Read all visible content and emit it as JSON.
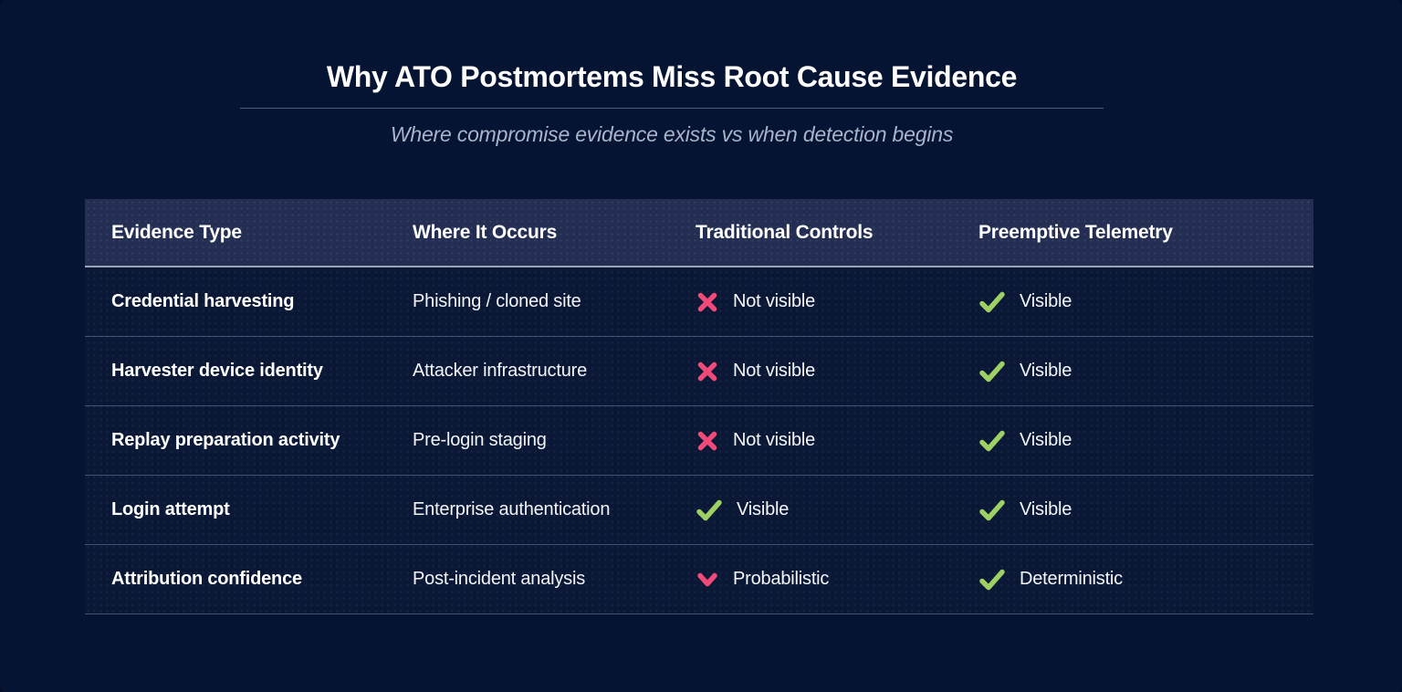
{
  "page": {
    "title": "Why ATO Postmortems Miss Root Cause Evidence",
    "subtitle": "Where compromise evidence exists vs when detection begins"
  },
  "colors": {
    "background": "#061434",
    "table_background": "#0a1836",
    "header_background": "#232e52",
    "header_divider": "#9aa3b8",
    "row_divider": "#7082a8",
    "negative_pink": "#f04b78",
    "positive_green": "#9ed164",
    "title_text": "#ffffff",
    "subtitle_text": "#a9b3c9"
  },
  "table": {
    "columns": [
      "Evidence Type",
      "Where It Occurs",
      "Traditional Controls",
      "Preemptive Telemetry"
    ],
    "rows": [
      {
        "evidence_type": "Credential harvesting",
        "where_it_occurs": "Phishing / cloned site",
        "traditional_controls": {
          "icon": "x-icon",
          "label": "Not visible"
        },
        "preemptive_telemetry": {
          "icon": "check-icon",
          "label": "Visible"
        }
      },
      {
        "evidence_type": "Harvester device identity",
        "where_it_occurs": "Attacker infrastructure",
        "traditional_controls": {
          "icon": "x-icon",
          "label": "Not visible"
        },
        "preemptive_telemetry": {
          "icon": "check-icon",
          "label": "Visible"
        }
      },
      {
        "evidence_type": "Replay preparation activity",
        "where_it_occurs": "Pre-login staging",
        "traditional_controls": {
          "icon": "x-icon",
          "label": "Not visible"
        },
        "preemptive_telemetry": {
          "icon": "check-icon",
          "label": "Visible"
        }
      },
      {
        "evidence_type": "Login attempt",
        "where_it_occurs": "Enterprise authentication",
        "traditional_controls": {
          "icon": "check-icon",
          "label": "Visible"
        },
        "preemptive_telemetry": {
          "icon": "check-icon",
          "label": "Visible"
        }
      },
      {
        "evidence_type": "Attribution confidence",
        "where_it_occurs": "Post-incident analysis",
        "traditional_controls": {
          "icon": "chevron-down-icon",
          "label": "Probabilistic"
        },
        "preemptive_telemetry": {
          "icon": "check-icon",
          "label": "Deterministic"
        }
      }
    ]
  },
  "chart_data": {
    "type": "table",
    "title": "Why ATO Postmortems Miss Root Cause Evidence",
    "subtitle": "Where compromise evidence exists vs when detection begins",
    "columns": [
      "Evidence Type",
      "Where It Occurs",
      "Traditional Controls",
      "Preemptive Telemetry"
    ],
    "rows": [
      [
        "Credential harvesting",
        "Phishing / cloned site",
        "✗ Not visible",
        "✓ Visible"
      ],
      [
        "Harvester device identity",
        "Attacker infrastructure",
        "✗ Not visible",
        "✓ Visible"
      ],
      [
        "Replay preparation activity",
        "Pre-login staging",
        "✗ Not visible",
        "✓ Visible"
      ],
      [
        "Login attempt",
        "Enterprise authentication",
        "✓ Visible",
        "✓ Visible"
      ],
      [
        "Attribution confidence",
        "Post-incident analysis",
        "⌄ Probabilistic",
        "✓ Deterministic"
      ]
    ],
    "legend_position": "none",
    "grid": "horizontal-dividers"
  }
}
